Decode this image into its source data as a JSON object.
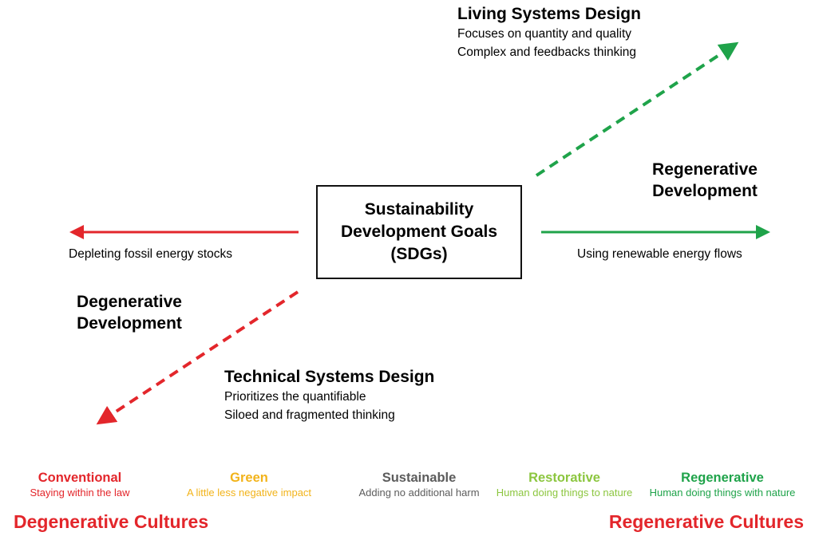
{
  "center": {
    "lines": [
      "Sustainability",
      "Development Goals",
      "(SDGs)"
    ]
  },
  "living": {
    "title": "Living Systems Design",
    "lines": [
      "Focuses on quantity and quality",
      "Complex and feedbacks thinking"
    ]
  },
  "regen_dev": {
    "lines": [
      "Regenerative",
      "Development"
    ]
  },
  "right_arrow_label": "Using renewable energy flows",
  "left_arrow_label": "Depleting fossil energy stocks",
  "degen_dev": {
    "lines": [
      "Degenerative",
      "Development"
    ]
  },
  "technical": {
    "title": "Technical Systems Design",
    "lines": [
      "Prioritizes the quantifiable",
      "Siloed and fragmented thinking"
    ]
  },
  "scale": [
    {
      "name": "Conventional",
      "desc": "Staying within the law",
      "name_color": "#e3262b",
      "desc_color": "#e3262b"
    },
    {
      "name": "Green",
      "desc": "A little less negative impact",
      "name_color": "#f2b31a",
      "desc_color": "#f2b31a"
    },
    {
      "name": "Sustainable",
      "desc": "Adding no additional harm",
      "name_color": "#5c5c5c",
      "desc_color": "#5c5c5c"
    },
    {
      "name": "Restorative",
      "desc": "Human doing things to nature",
      "name_color": "#8cc63f",
      "desc_color": "#8cc63f"
    },
    {
      "name": "Regenerative",
      "desc": "Human doing things with nature",
      "name_color": "#1fa34a",
      "desc_color": "#1fa34a"
    }
  ],
  "cultures": {
    "left": "Degenerative Cultures",
    "right": "Regenerative Cultures"
  },
  "colors": {
    "red": "#e3262b",
    "green": "#1fa34a"
  }
}
